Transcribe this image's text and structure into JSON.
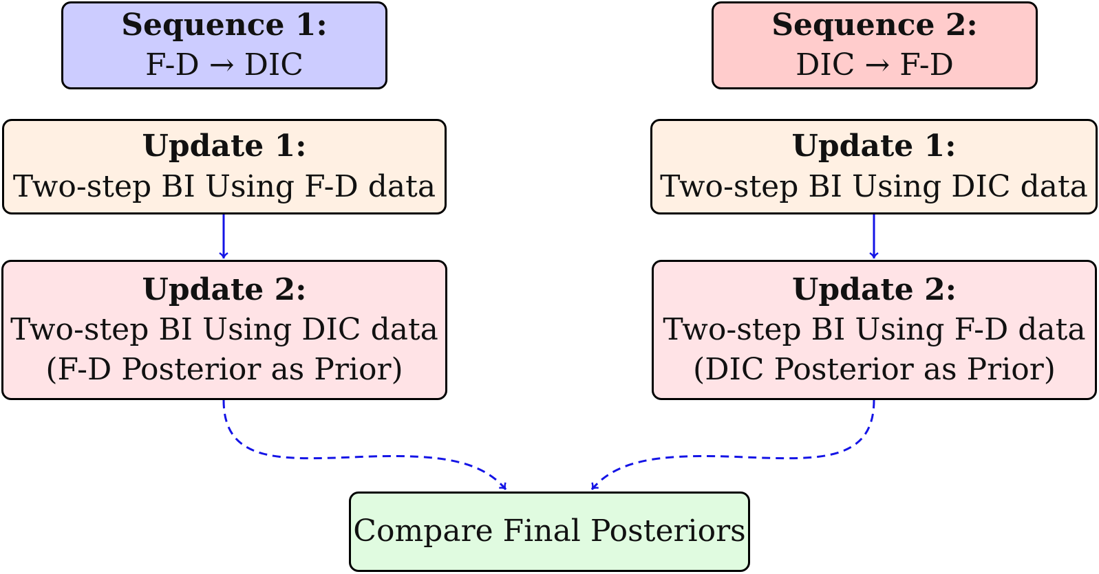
{
  "colors": {
    "sequence1_fill": "#ccccff",
    "sequence2_fill": "#ffcccc",
    "update1_fill": "#fff0e3",
    "update2_fill": "#ffe3e6",
    "final_fill": "#e0fbe0",
    "arrow": "#1414e6"
  },
  "sequence1": {
    "title": "Sequence 1:",
    "subtitle": "F-D → DIC",
    "update1": {
      "title": "Update 1:",
      "line1": "Two-step BI Using F-D data"
    },
    "update2": {
      "title": "Update 2:",
      "line1": "Two-step BI Using DIC data",
      "line2": "(F-D Posterior as Prior)"
    }
  },
  "sequence2": {
    "title": "Sequence 2:",
    "subtitle": "DIC → F-D",
    "update1": {
      "title": "Update 1:",
      "line1": "Two-step BI Using DIC data"
    },
    "update2": {
      "title": "Update 2:",
      "line1": "Two-step BI Using F-D data",
      "line2": "(DIC Posterior as Prior)"
    }
  },
  "final": {
    "label": "Compare Final Posteriors"
  }
}
